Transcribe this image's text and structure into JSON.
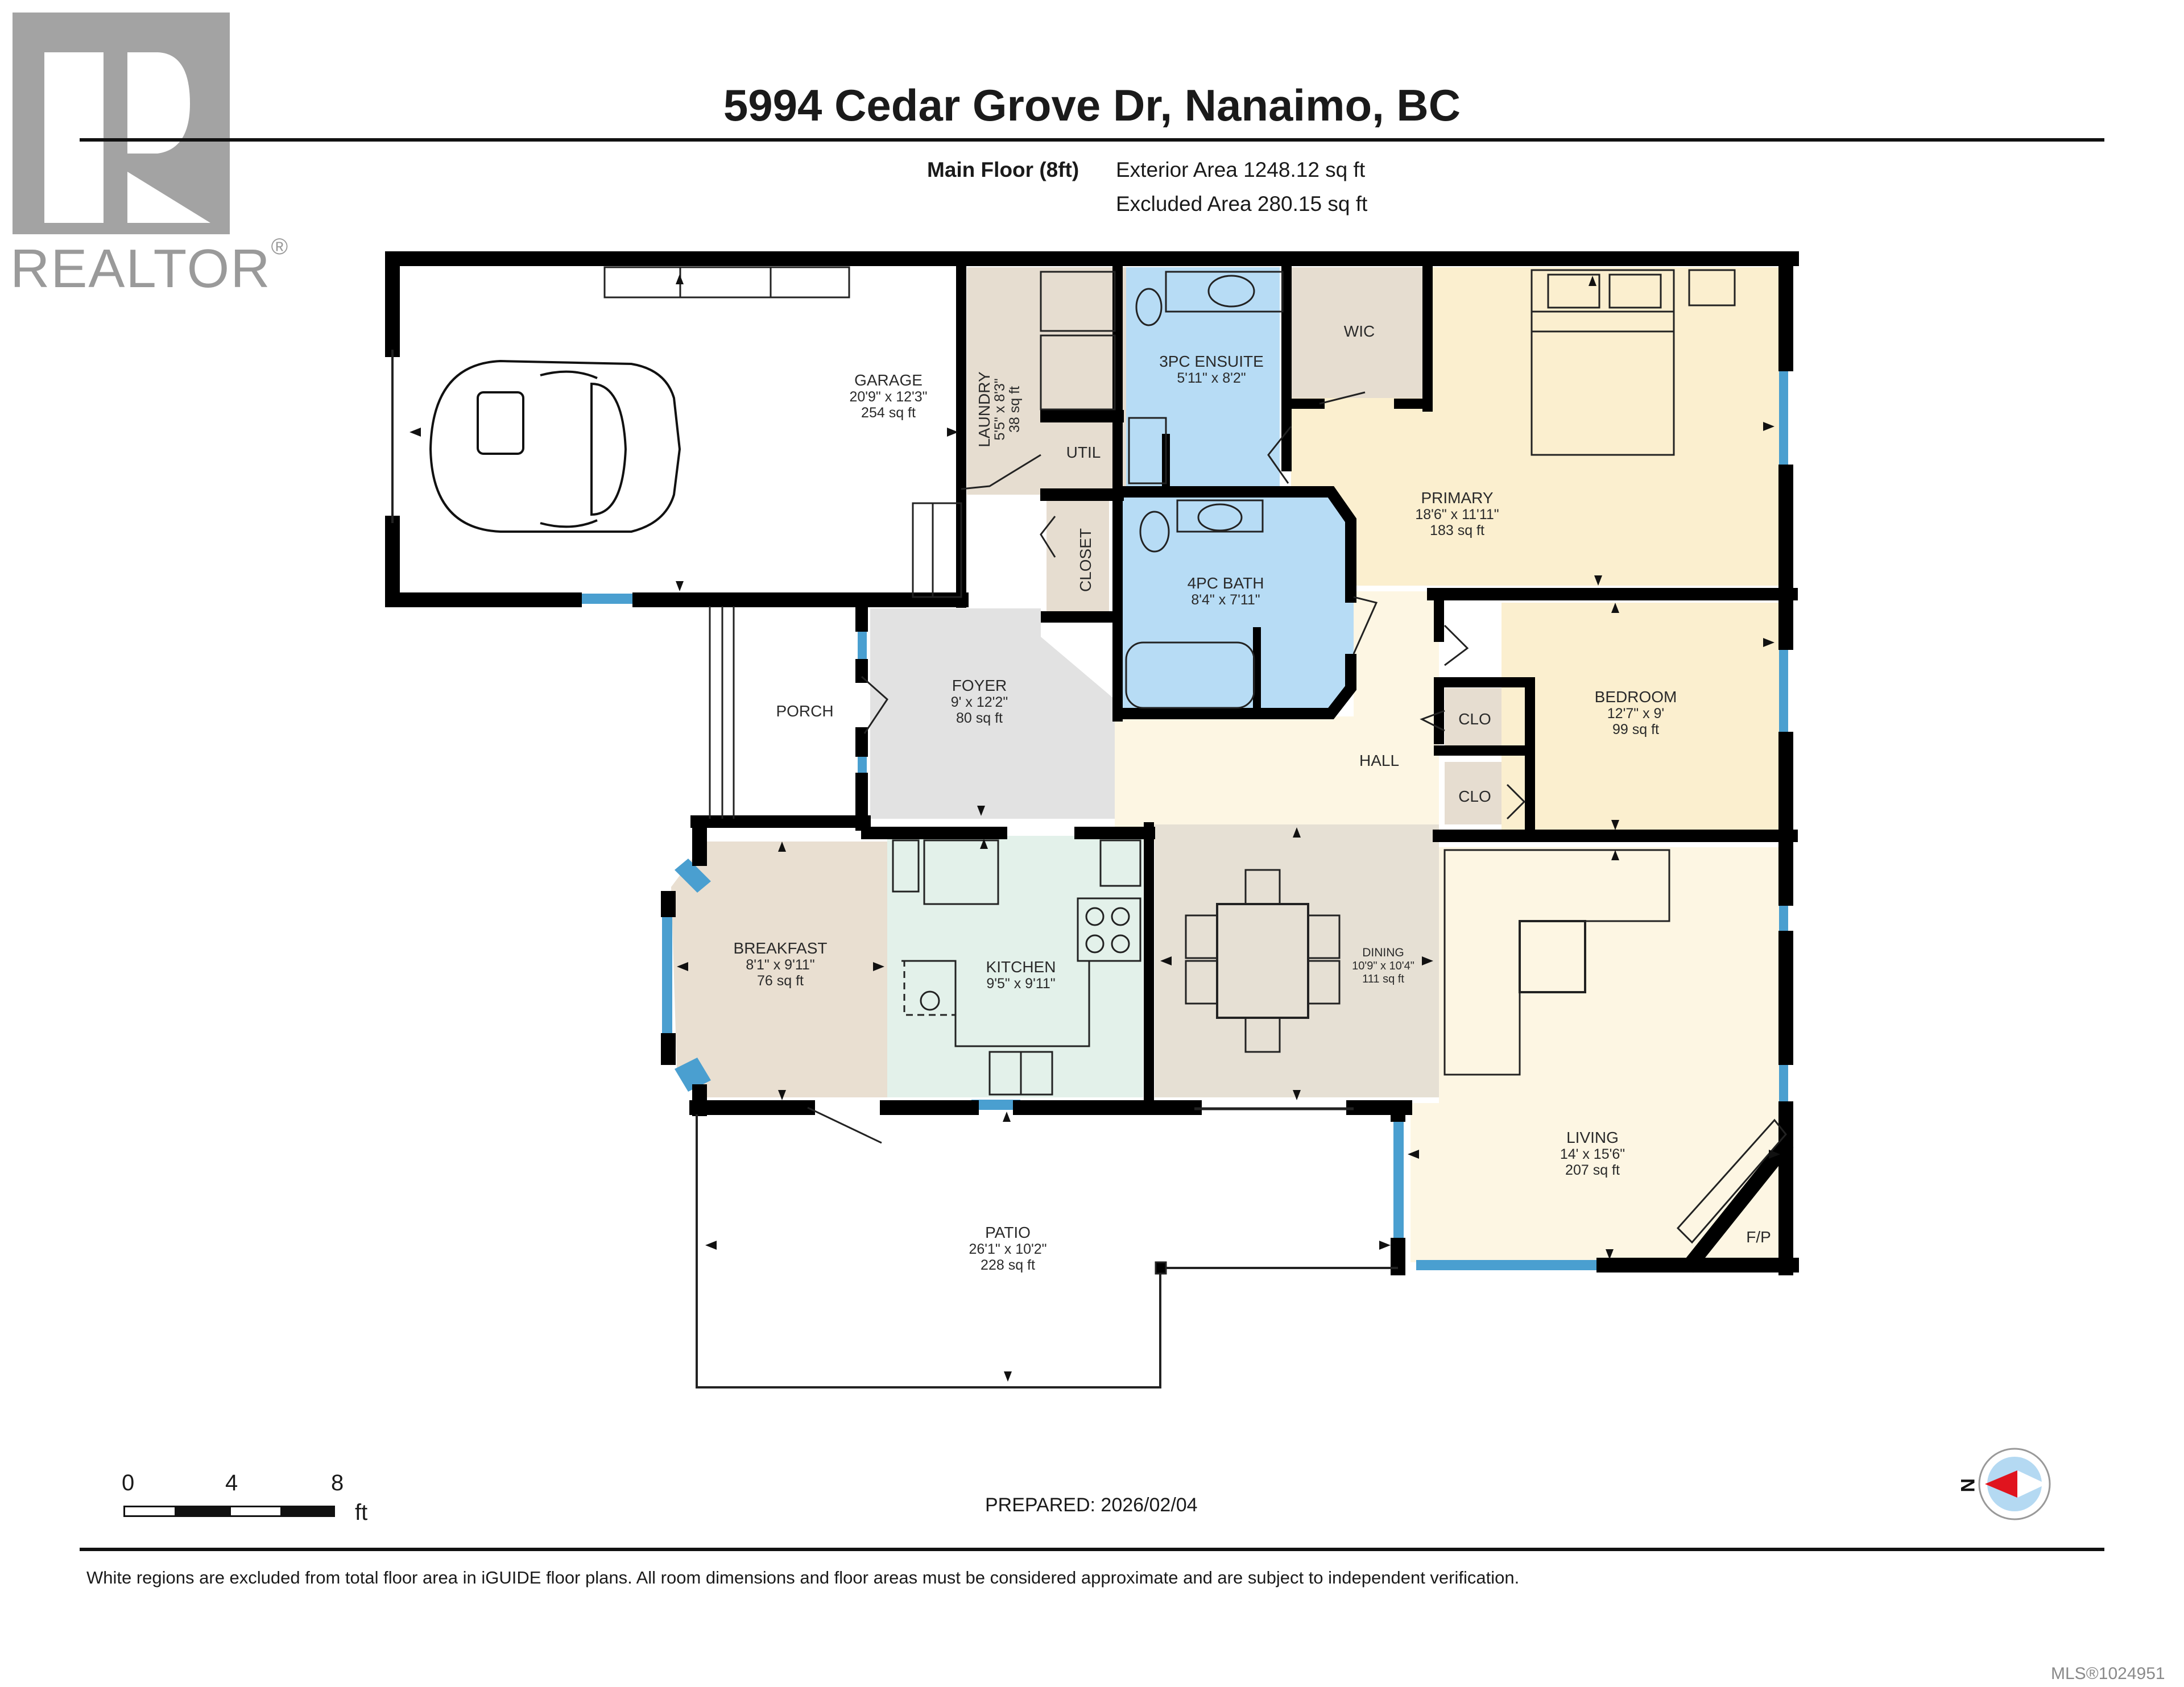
{
  "header": {
    "title": "5994 Cedar Grove Dr, Nanaimo, BC",
    "logo_text": "REALTOR",
    "logo_mark": "®",
    "floor_label": "Main Floor (8ft)",
    "exterior_area": "Exterior Area 1248.12 sq ft",
    "excluded_area": "Excluded Area 280.15 sq ft"
  },
  "colors": {
    "wall": "#000000",
    "window": "#4a9fd0",
    "bath": "#b7dcf5",
    "bedroom": "#fbefcf",
    "hall": "#fdf6e3",
    "utility": "#e6ddd0",
    "foyer": "#e2e2e2",
    "kitchen": "#e3f1ea",
    "dining": "#e6e0d4",
    "exterior": "#ffffff",
    "logo_gray": "#a3a3a3",
    "compass_red": "#e0141e",
    "compass_blue": "#b4d9f2"
  },
  "rooms": [
    {
      "name": "GARAGE",
      "dims": "20'9\" x 12'3\"",
      "area": "254 sq ft"
    },
    {
      "name": "LAUNDRY",
      "dims": "5'5\" x 8'3\"",
      "area": "38 sq ft"
    },
    {
      "name": "UTIL",
      "dims": "",
      "area": ""
    },
    {
      "name": "3PC ENSUITE",
      "dims": "5'11\" x 8'2\"",
      "area": ""
    },
    {
      "name": "WIC",
      "dims": "",
      "area": ""
    },
    {
      "name": "PRIMARY",
      "dims": "18'6\" x 11'11\"",
      "area": "183 sq ft"
    },
    {
      "name": "CLOSET",
      "dims": "",
      "area": ""
    },
    {
      "name": "4PC BATH",
      "dims": "8'4\" x 7'11\"",
      "area": ""
    },
    {
      "name": "FOYER",
      "dims": "9' x 12'2\"",
      "area": "80 sq ft"
    },
    {
      "name": "PORCH",
      "dims": "",
      "area": ""
    },
    {
      "name": "HALL",
      "dims": "",
      "area": ""
    },
    {
      "name": "CLO",
      "dims": "",
      "area": ""
    },
    {
      "name": "CLO",
      "dims": "",
      "area": ""
    },
    {
      "name": "BEDROOM",
      "dims": "12'7\" x 9'",
      "area": "99 sq ft"
    },
    {
      "name": "BREAKFAST",
      "dims": "8'1\" x 9'11\"",
      "area": "76 sq ft"
    },
    {
      "name": "KITCHEN",
      "dims": "9'5\" x 9'11\"",
      "area": ""
    },
    {
      "name": "DINING",
      "dims": "10'9\" x 10'4\"",
      "area": "111 sq ft"
    },
    {
      "name": "LIVING",
      "dims": "14' x 15'6\"",
      "area": "207 sq ft"
    },
    {
      "name": "F/P",
      "dims": "",
      "area": ""
    },
    {
      "name": "PATIO",
      "dims": "26'1\" x 10'2\"",
      "area": "228 sq ft"
    }
  ],
  "scale_bar": {
    "ticks": [
      "0",
      "4",
      "8"
    ],
    "unit": "ft"
  },
  "prepared": "PREPARED: 2026/02/04",
  "compass": {
    "label": "N",
    "icon": "compass-north-arrow-icon"
  },
  "footer": {
    "disclaimer": "White regions are excluded from total floor area in iGUIDE floor plans. All room dimensions and floor areas must be considered approximate and are subject to independent verification.",
    "mls": "MLS®1024951"
  }
}
